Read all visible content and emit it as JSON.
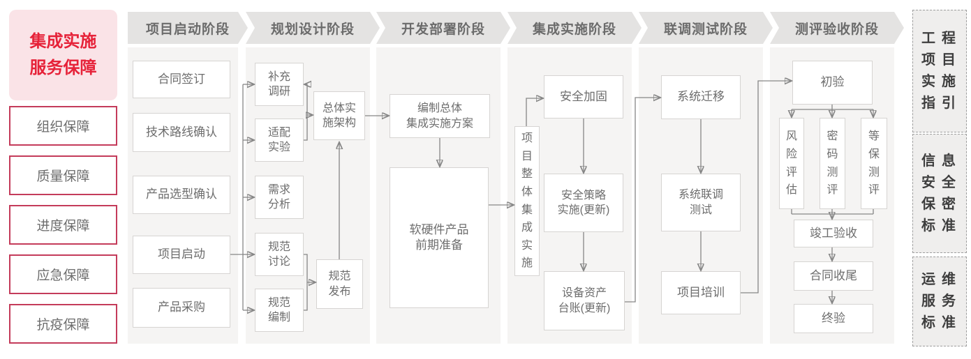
{
  "colors": {
    "accent_red": "#e62239",
    "pink_bg": "#fae3e7",
    "red_border": "#c43b5a",
    "header_gray": "#e4e3e2",
    "column_gray": "#f5f4f3",
    "box_border": "#d6d4d2",
    "text_gray": "#6d6d6d",
    "arrow_gray": "#868686",
    "panel_text": "#3e3e3e"
  },
  "sidebar": {
    "title": "集成实施\n服务保障",
    "items": [
      "组织保障",
      "质量保障",
      "进度保障",
      "应急保障",
      "抗疫保障"
    ]
  },
  "phases": [
    "项目启动阶段",
    "规划设计阶段",
    "开发部署阶段",
    "集成实施阶段",
    "联调测试阶段",
    "测评验收阶段"
  ],
  "flow": {
    "c1": [
      "合同签订",
      "技术路线确认",
      "产品选型确认",
      "项目启动",
      "产品采购"
    ],
    "c2": [
      "补充\n调研",
      "适配\n实验",
      "需求\n分析",
      "规范\n讨论",
      "规范\n编制"
    ],
    "c2_arch": "总体实\n施架构",
    "c2_release": "规范\n发布",
    "c3": [
      "编制总体\n集成实施方案",
      "软硬件产品\n前期准备"
    ],
    "c4_side": "项\n目\n整\n体\n集\n成\n实\n施",
    "c4": [
      "安全加固",
      "安全策略\n实施(更新)",
      "设备资产\n台账(更新)"
    ],
    "c5": [
      "系统迁移",
      "系统联调\n测试",
      "项目培训"
    ],
    "c6": [
      "初验",
      "竣工验收",
      "合同收尾",
      "终验"
    ],
    "c6_vertical": [
      "风\n险\n评\n估",
      "密\n码\n测\n评",
      "等\n保\n测\n评"
    ]
  },
  "panels": [
    "工程\n项目\n实施\n指引",
    "信息\n安全\n保密\n标准",
    "运维\n服务\n标准"
  ]
}
